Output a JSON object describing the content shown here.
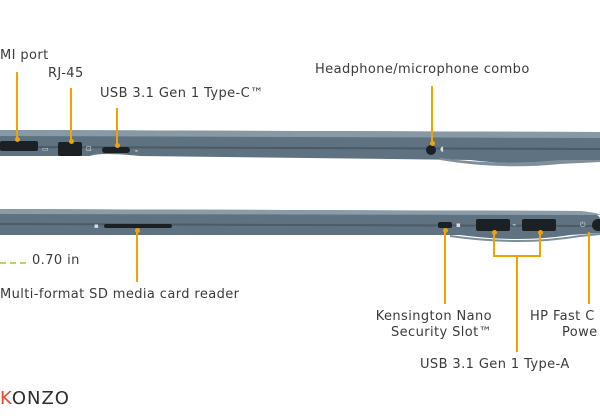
{
  "top_labels": {
    "hdmi": "MI port",
    "rj45": "RJ-45",
    "usbc": "USB 3.1 Gen 1 Type-C™",
    "headphone": "Headphone/microphone combo"
  },
  "bottom_labels": {
    "dimension": "0.70 in",
    "sd_reader": "Multi-format SD media card reader",
    "kensington_line1": "Kensington Nano",
    "kensington_line2": "Security Slot™",
    "hp_fast_line1": "HP Fast C",
    "hp_fast_line2": "Powe",
    "usb_a": "USB  3.1 Gen 1 Type-A"
  },
  "logo": {
    "prefix": "K",
    "text": "ONZO"
  },
  "colors": {
    "leader": "#f0a400",
    "laptop_body": "#5f7281",
    "dimension": "#b7d46a"
  }
}
